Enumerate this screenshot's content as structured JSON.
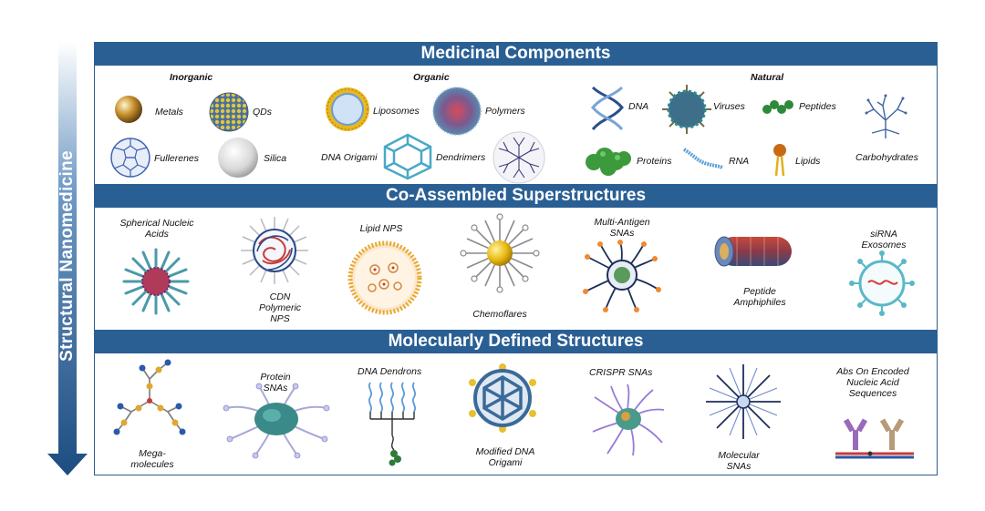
{
  "side_label": "Structural Nanomedicine",
  "sections": [
    {
      "title": "Medicinal Components"
    },
    {
      "title": "Co-Assembled Superstructures"
    },
    {
      "title": "Molecularly Defined Structures"
    }
  ],
  "medicinal": {
    "categories": [
      "Inorganic",
      "Organic",
      "Natural"
    ],
    "items": [
      "Metals",
      "QDs",
      "Fullerenes",
      "Silica",
      "Liposomes",
      "Polymers",
      "DNA Origami",
      "Dendrimers",
      "DNA",
      "Viruses",
      "Peptides",
      "Proteins",
      "RNA",
      "Lipids",
      "Carbohydrates"
    ]
  },
  "coassembled": {
    "items": [
      {
        "lines": [
          "Spherical Nucleic",
          "Acids"
        ]
      },
      {
        "lines": [
          "CDN",
          "Polymeric",
          "NPS"
        ]
      },
      {
        "lines": [
          "Lipid NPS"
        ]
      },
      {
        "lines": [
          "Chemoflares"
        ]
      },
      {
        "lines": [
          "Multi-Antigen",
          "SNAs"
        ]
      },
      {
        "lines": [
          "Peptide",
          "Amphiphiles"
        ]
      },
      {
        "lines": [
          "siRNA",
          "Exosomes"
        ]
      }
    ]
  },
  "molecular": {
    "items": [
      {
        "lines": [
          "Mega-",
          "molecules"
        ]
      },
      {
        "lines": [
          "Protein",
          "SNAs"
        ]
      },
      {
        "lines": [
          "DNA Dendrons"
        ]
      },
      {
        "lines": [
          "Modified DNA",
          "Origami"
        ]
      },
      {
        "lines": [
          "CRISPR SNAs"
        ]
      },
      {
        "lines": [
          "Molecular",
          "SNAs"
        ]
      },
      {
        "lines": [
          "Abs On Encoded",
          "Nucleic Acid",
          "Sequences"
        ]
      }
    ]
  }
}
